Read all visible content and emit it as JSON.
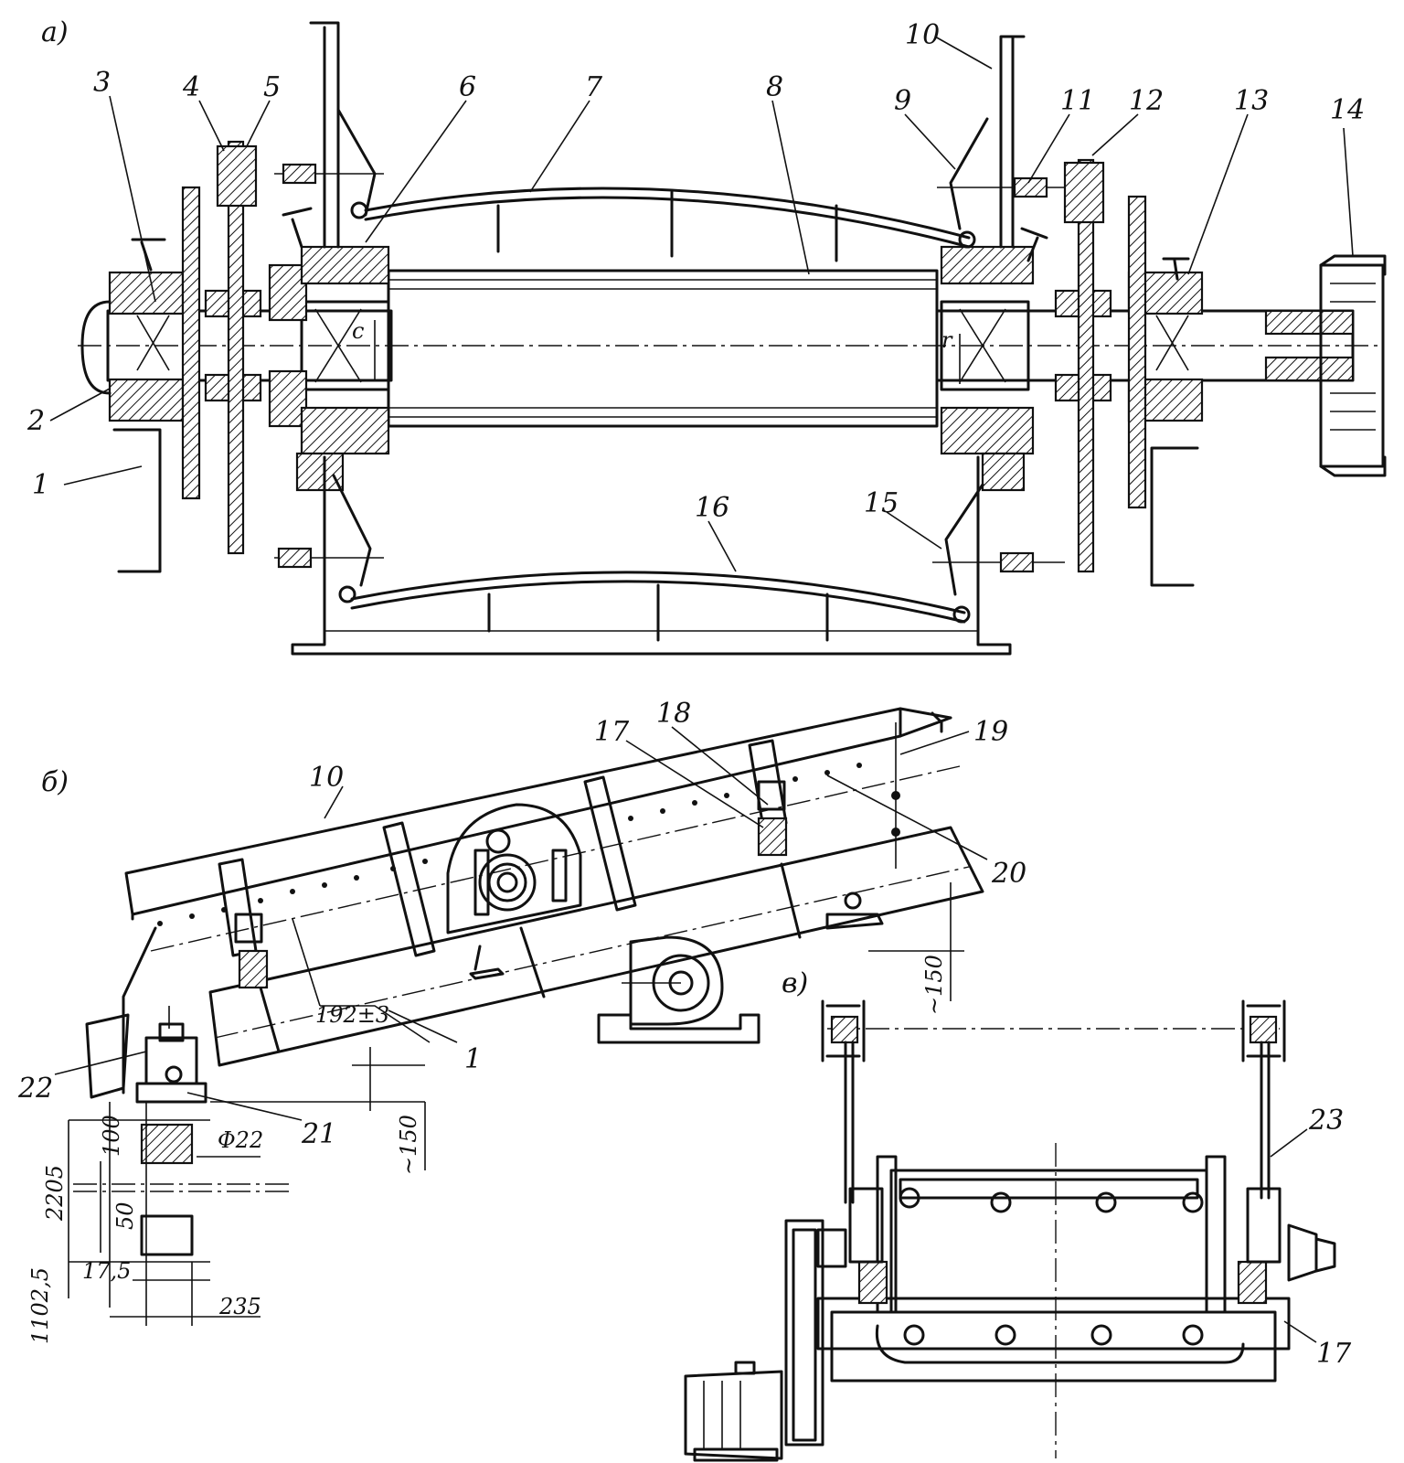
{
  "views": {
    "a": {
      "title": "а)",
      "parts": [
        "1",
        "2",
        "3",
        "4",
        "5",
        "6",
        "7",
        "8",
        "9",
        "10",
        "11",
        "12",
        "13",
        "14",
        "15",
        "16"
      ],
      "marks": {
        "left_gap": "c",
        "right_gap": "r"
      }
    },
    "b": {
      "title": "б)",
      "parts": [
        "10",
        "17",
        "18",
        "19",
        "20",
        "1",
        "21",
        "22"
      ],
      "dimensions": {
        "gap": "192±3",
        "h1": "~150",
        "h2": "~150",
        "d22": "Φ22",
        "d100": "100",
        "d2205": "2205",
        "d50": "50",
        "d17_5": "17,5",
        "d1102_5": "1102,5",
        "d235": "235"
      }
    },
    "c": {
      "title": "в)",
      "parts": [
        "23",
        "17"
      ]
    }
  }
}
